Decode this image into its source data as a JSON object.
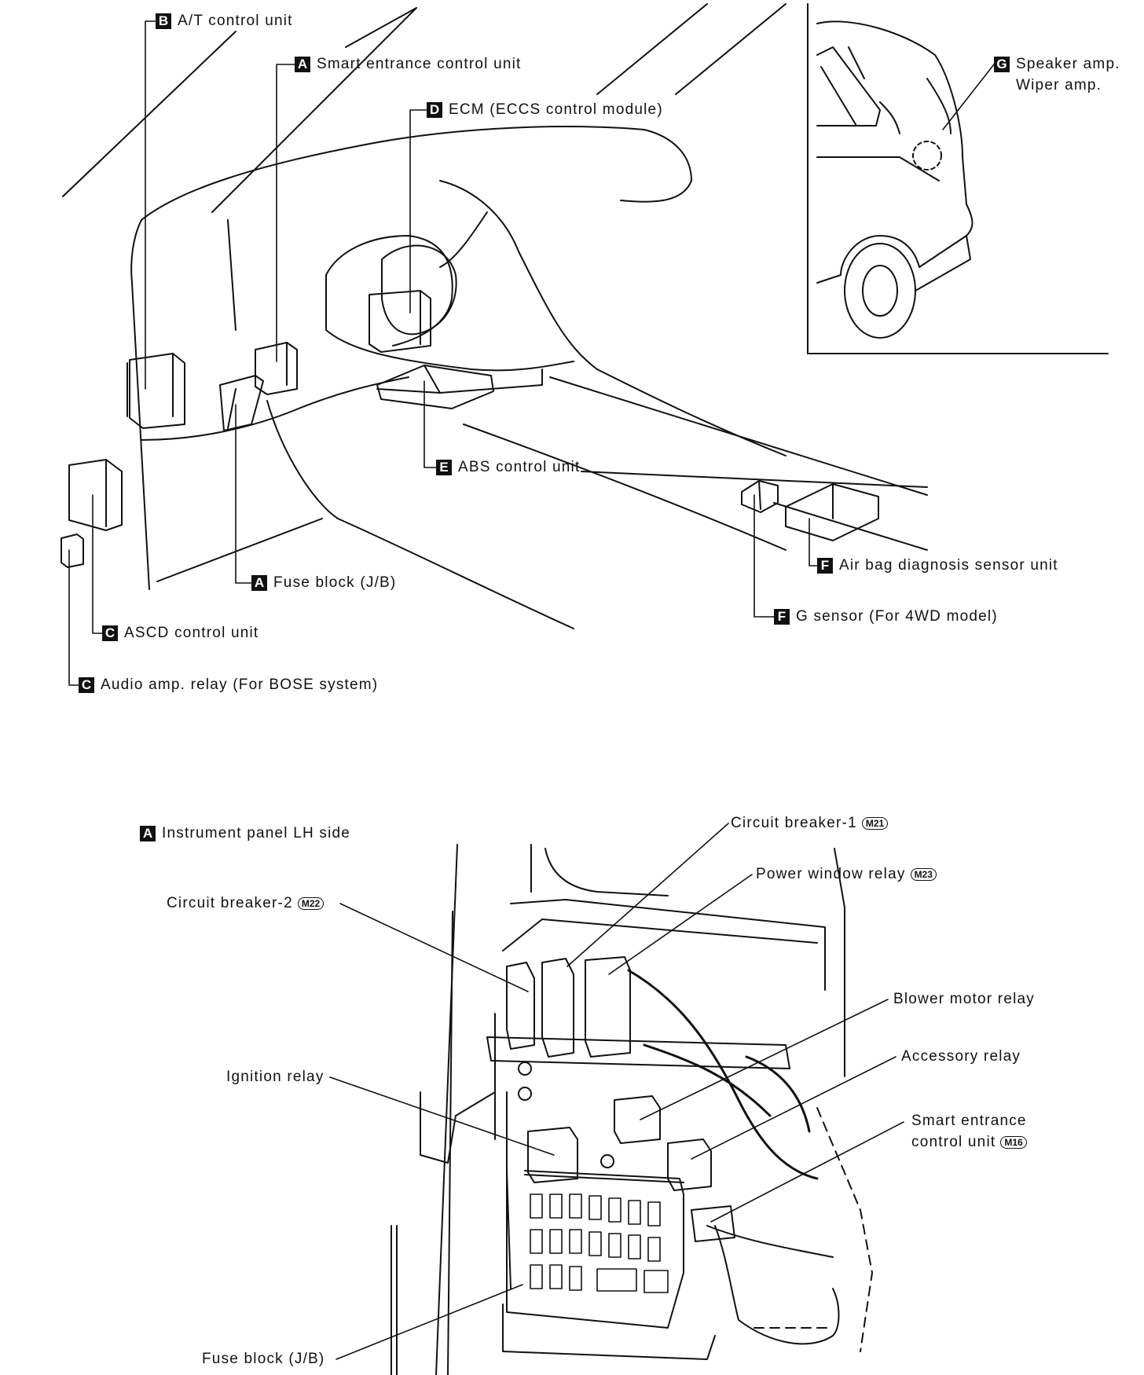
{
  "top": {
    "labels": {
      "at_control": {
        "letter": "B",
        "text": "A/T control unit"
      },
      "smart_entrance": {
        "letter": "A",
        "text": "Smart entrance control unit"
      },
      "ecm": {
        "letter": "D",
        "text": "ECM (ECCS control module)"
      },
      "speaker_amp": {
        "letter": "G",
        "text": "Speaker amp."
      },
      "wiper_amp": {
        "text": "Wiper amp."
      },
      "abs_control": {
        "letter": "E",
        "text": "ABS control unit"
      },
      "air_bag": {
        "letter": "F",
        "text": "Air bag diagnosis sensor unit"
      },
      "g_sensor": {
        "letter": "F",
        "text": "G sensor (For 4WD model)"
      },
      "fuse_block": {
        "letter": "A",
        "text": "Fuse block (J/B)"
      },
      "ascd": {
        "letter": "C",
        "text": "ASCD control unit"
      },
      "audio_relay": {
        "letter": "C",
        "text": "Audio amp. relay (For BOSE system)"
      }
    }
  },
  "bottom": {
    "title": {
      "letter": "A",
      "text": "Instrument panel LH side"
    },
    "labels": {
      "cb1": {
        "text": "Circuit breaker-1",
        "connector": "M21"
      },
      "pw_relay": {
        "text": "Power window relay",
        "connector": "M23"
      },
      "cb2": {
        "text": "Circuit breaker-2",
        "connector": "M22"
      },
      "blower": {
        "text": "Blower motor relay"
      },
      "ignition": {
        "text": "Ignition relay"
      },
      "accessory": {
        "text": "Accessory relay"
      },
      "smart1": {
        "text": "Smart entrance"
      },
      "smart2": {
        "text": "control unit",
        "connector": "M16"
      },
      "fuse_block": {
        "text": "Fuse block (J/B)"
      }
    }
  }
}
